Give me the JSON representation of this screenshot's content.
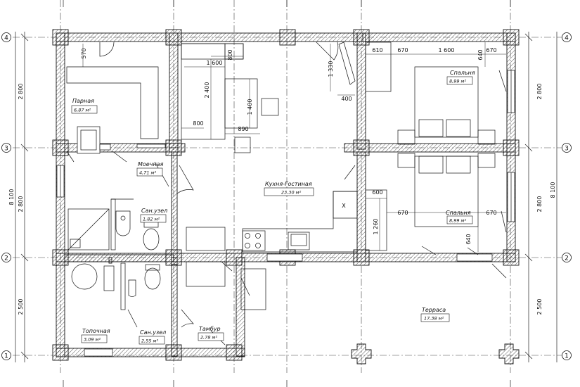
{
  "rooms": [
    {
      "id": "parnaya",
      "name": "Парная",
      "area": "6,87 м²"
    },
    {
      "id": "moechnaya",
      "name": "Моечная",
      "area": "4,71 м²"
    },
    {
      "id": "sanuzel-1",
      "name": "Сан.узел",
      "area": "1,82 м²"
    },
    {
      "id": "topochnaya",
      "name": "Топочная",
      "area": "3,09 м²"
    },
    {
      "id": "sanuzel-2",
      "name": "Сан.узел",
      "area": "2,55 м²"
    },
    {
      "id": "tambur",
      "name": "Тамбур",
      "area": "2,78 м²"
    },
    {
      "id": "kuhnya",
      "name": "Кухня-Гостиная",
      "area": "23,30 м²"
    },
    {
      "id": "spalnya-1",
      "name": "Спальня",
      "area": "8,99 м²"
    },
    {
      "id": "spalnya-2",
      "name": "Спальня",
      "area": "8,99 м²"
    },
    {
      "id": "terrasa",
      "name": "Терраса",
      "area": "17,38 м²"
    }
  ],
  "axes": {
    "left": [
      "4",
      "3",
      "2",
      "1"
    ],
    "right": [
      "4",
      "3",
      "2",
      "1"
    ]
  },
  "dimensions": {
    "left": [
      "2 800",
      "2 800",
      "2 500",
      "8 100"
    ],
    "right": [
      "2 800",
      "2 800",
      "2 500",
      "8 100"
    ],
    "interior": [
      "570",
      "1 600",
      "800",
      "2 400",
      "1 400",
      "800",
      "890",
      "1 330",
      "400",
      "610",
      "670",
      "1 600",
      "670",
      "640",
      "600",
      "670",
      "670",
      "1 260",
      "640"
    ]
  },
  "symbols": {
    "hob_marker": "X"
  }
}
